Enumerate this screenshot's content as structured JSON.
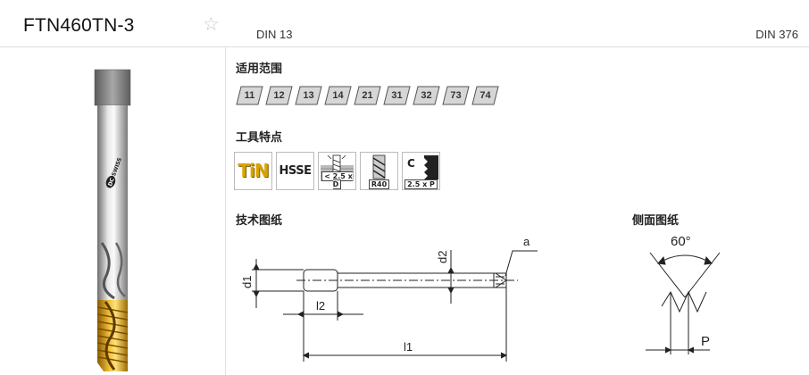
{
  "header": {
    "product_code": "FTN460TN-3",
    "din_left": "DIN 13",
    "din_right": "DIN 376"
  },
  "tool": {
    "brand_logo": "DC SWISS"
  },
  "application": {
    "label": "适用范围",
    "codes": [
      "11",
      "12",
      "13",
      "14",
      "21",
      "31",
      "32",
      "73",
      "74"
    ]
  },
  "features": {
    "label": "工具特点",
    "items": [
      {
        "icon": "tin-coating-icon",
        "text": "TiN"
      },
      {
        "icon": "hsse-material-icon",
        "text": "HSSE"
      },
      {
        "icon": "drill-depth-icon",
        "text": "< 2.5 x D"
      },
      {
        "icon": "spiral-flute-icon",
        "text": "R40"
      },
      {
        "icon": "chamfer-form-icon",
        "text": "C",
        "sub": "2.5 x P"
      }
    ]
  },
  "technical_drawing": {
    "label": "技术图纸",
    "dims": {
      "a": "a",
      "d2": "d2",
      "d1": "d1",
      "l2": "l2",
      "l1": "l1"
    }
  },
  "side_drawing": {
    "label": "侧面图纸",
    "angle": "60°",
    "pitch": "P"
  },
  "colors": {
    "tin_gold": "#d9a300",
    "badge_fill": "#d6d6d6",
    "separator": "#dddddd"
  }
}
